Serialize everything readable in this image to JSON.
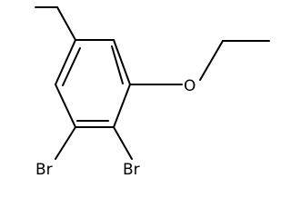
{
  "diagram": {
    "type": "chemical-structure",
    "colors": {
      "bond": "#000000",
      "label": "#000000",
      "background": "#ffffff"
    },
    "atoms": {
      "oxygen": "O",
      "bromine_left": "Br",
      "bromine_right": "Br"
    }
  }
}
